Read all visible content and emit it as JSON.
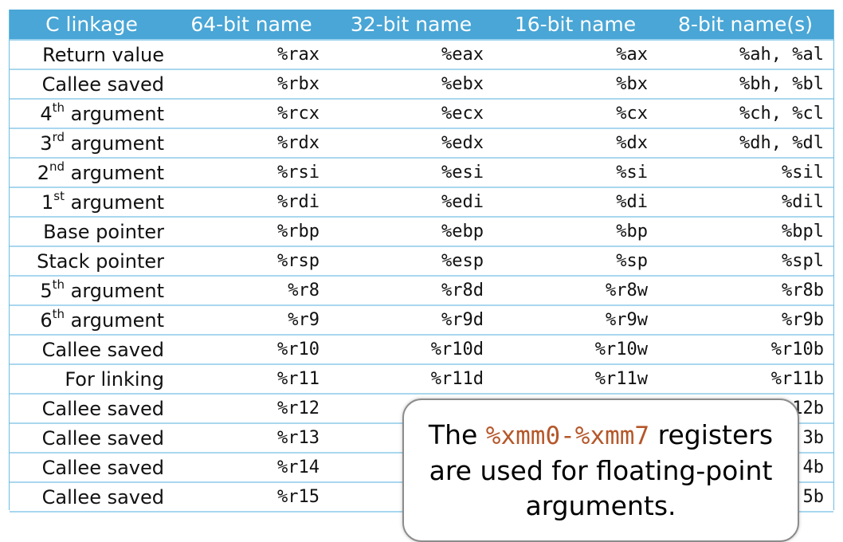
{
  "table": {
    "headers": [
      "C linkage",
      "64-bit name",
      "32-bit name",
      "16-bit name",
      "8-bit name(s)"
    ],
    "rows": [
      {
        "linkage": "Return value",
        "sup": "",
        "linkage_rest": "",
        "r64": "%rax",
        "r32": "%eax",
        "r16": "%ax",
        "r8": "%ah, %al"
      },
      {
        "linkage": "Callee saved",
        "sup": "",
        "linkage_rest": "",
        "r64": "%rbx",
        "r32": "%ebx",
        "r16": "%bx",
        "r8": "%bh, %bl"
      },
      {
        "linkage": "4",
        "sup": "th",
        "linkage_rest": " argument",
        "r64": "%rcx",
        "r32": "%ecx",
        "r16": "%cx",
        "r8": "%ch, %cl"
      },
      {
        "linkage": "3",
        "sup": "rd",
        "linkage_rest": " argument",
        "r64": "%rdx",
        "r32": "%edx",
        "r16": "%dx",
        "r8": "%dh, %dl"
      },
      {
        "linkage": "2",
        "sup": "nd",
        "linkage_rest": " argument",
        "r64": "%rsi",
        "r32": "%esi",
        "r16": "%si",
        "r8": "%sil"
      },
      {
        "linkage": "1",
        "sup": "st",
        "linkage_rest": " argument",
        "r64": "%rdi",
        "r32": "%edi",
        "r16": "%di",
        "r8": "%dil"
      },
      {
        "linkage": "Base pointer",
        "sup": "",
        "linkage_rest": "",
        "r64": "%rbp",
        "r32": "%ebp",
        "r16": "%bp",
        "r8": "%bpl"
      },
      {
        "linkage": "Stack pointer",
        "sup": "",
        "linkage_rest": "",
        "r64": "%rsp",
        "r32": "%esp",
        "r16": "%sp",
        "r8": "%spl"
      },
      {
        "linkage": "5",
        "sup": "th",
        "linkage_rest": " argument",
        "r64": "%r8",
        "r32": "%r8d",
        "r16": "%r8w",
        "r8": "%r8b"
      },
      {
        "linkage": "6",
        "sup": "th",
        "linkage_rest": " argument",
        "r64": "%r9",
        "r32": "%r9d",
        "r16": "%r9w",
        "r8": "%r9b"
      },
      {
        "linkage": "Callee saved",
        "sup": "",
        "linkage_rest": "",
        "r64": "%r10",
        "r32": "%r10d",
        "r16": "%r10w",
        "r8": "%r10b"
      },
      {
        "linkage": "For linking",
        "sup": "",
        "linkage_rest": "",
        "r64": "%r11",
        "r32": "%r11d",
        "r16": "%r11w",
        "r8": "%r11b"
      },
      {
        "linkage": "Callee saved",
        "sup": "",
        "linkage_rest": "",
        "r64": "%r12",
        "r32": "",
        "r16": "",
        "r8": "12b"
      },
      {
        "linkage": "Callee saved",
        "sup": "",
        "linkage_rest": "",
        "r64": "%r13",
        "r32": "",
        "r16": "",
        "r8": "3b"
      },
      {
        "linkage": "Callee saved",
        "sup": "",
        "linkage_rest": "",
        "r64": "%r14",
        "r32": "",
        "r16": "",
        "r8": "4b"
      },
      {
        "linkage": "Callee saved",
        "sup": "",
        "linkage_rest": "",
        "r64": "%r15",
        "r32": "",
        "r16": "",
        "r8": "5b"
      }
    ]
  },
  "callout": {
    "text_before": "The ",
    "highlight": "%xmm0-%xmm7",
    "text_after": " registers are used for floating-point arguments."
  },
  "colors": {
    "header_bg": "#49a6d6",
    "row_line": "#a9d7ee",
    "highlight": "#b5572a"
  }
}
